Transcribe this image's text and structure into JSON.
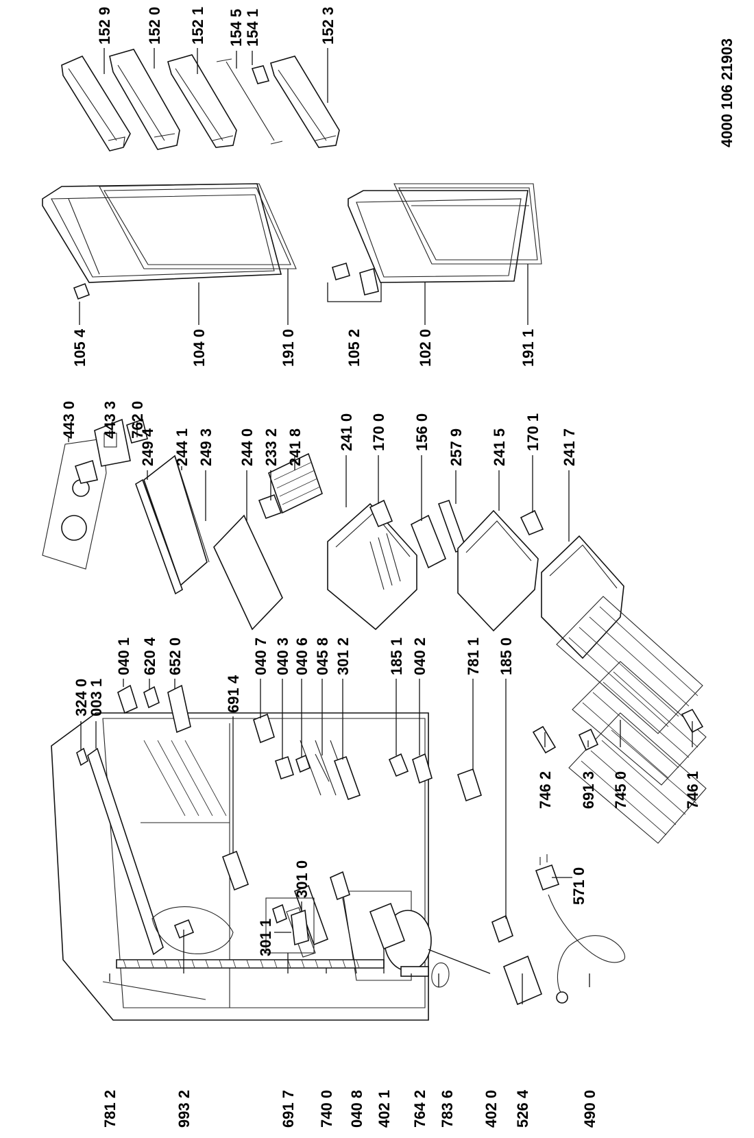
{
  "document_number": "4000 106 21903",
  "labels": {
    "l1529": "152 9",
    "l1520": "152 0",
    "l1521": "152 1",
    "l1545": "154 5",
    "l1541": "154 1",
    "l1523": "152 3",
    "l1054": "105 4",
    "l1040": "104 0",
    "l1910": "191 0",
    "l1052": "105 2",
    "l1020": "102 0",
    "l1911": "191 1",
    "l4430": "443 0",
    "l4433": "443 3",
    "l7620": "762 0",
    "l2494": "249 4",
    "l2441": "244 1",
    "l2493": "249 3",
    "l2440": "244 0",
    "l2332": "233 2",
    "l2418": "241 8",
    "l2410": "241 0",
    "l1700": "170 0",
    "l1560": "156 0",
    "l2579": "257 9",
    "l2415": "241 5",
    "l1701": "170 1",
    "l2417": "241 7",
    "l3240": "324 0",
    "l0031": "003 1",
    "l0401": "040 1",
    "l6204": "620 4",
    "l6520": "652 0",
    "l6914": "691 4",
    "l0407": "040 7",
    "l0403": "040 3",
    "l0406": "040 6",
    "l0458": "045 8",
    "l3012": "301 2",
    "l1851": "185 1",
    "l0402": "040 2",
    "l7811": "781 1",
    "l1850": "185 0",
    "l3010": "301 0",
    "l3011": "301 1",
    "l7462": "746 2",
    "l6913": "691 3",
    "l7450": "745 0",
    "l7461": "746 1",
    "l5710": "571 0",
    "l7812": "781 2",
    "l9932": "993 2",
    "l6917": "691 7",
    "l7400": "740 0",
    "l0408": "040 8",
    "l4021": "402 1",
    "l7642": "764 2",
    "l7836": "783 6",
    "l4020": "402 0",
    "l5264": "526 4",
    "l4900": "490 0"
  }
}
